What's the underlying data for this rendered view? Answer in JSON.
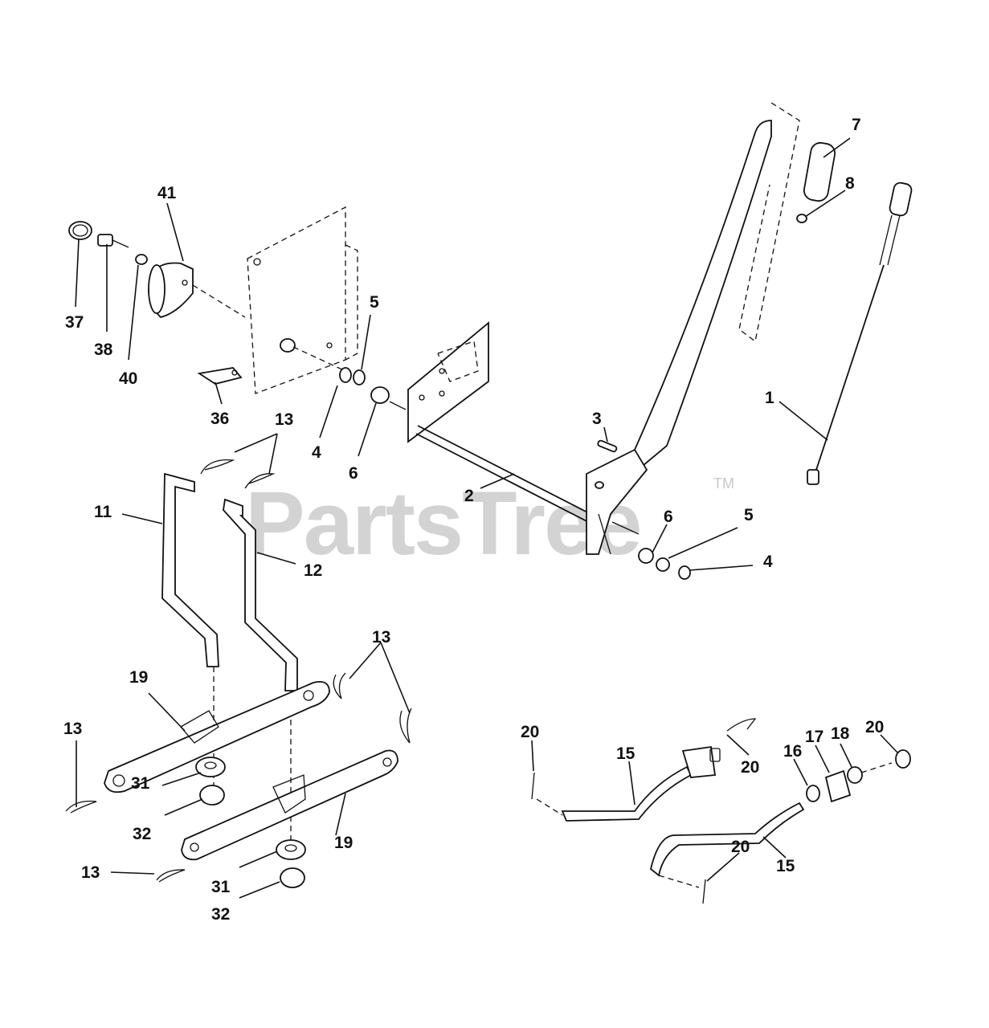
{
  "watermark": {
    "text": "PartsTree",
    "trademark": "TM"
  },
  "callouts": [
    "41",
    "37",
    "38",
    "40",
    "5",
    "36",
    "4",
    "6",
    "13",
    "11",
    "12",
    "2",
    "3",
    "7",
    "8",
    "1",
    "6",
    "5",
    "4",
    "13",
    "19",
    "13",
    "31",
    "32",
    "19",
    "13",
    "31",
    "32",
    "20",
    "15",
    "20",
    "16",
    "17",
    "18",
    "20",
    "20",
    "15"
  ]
}
